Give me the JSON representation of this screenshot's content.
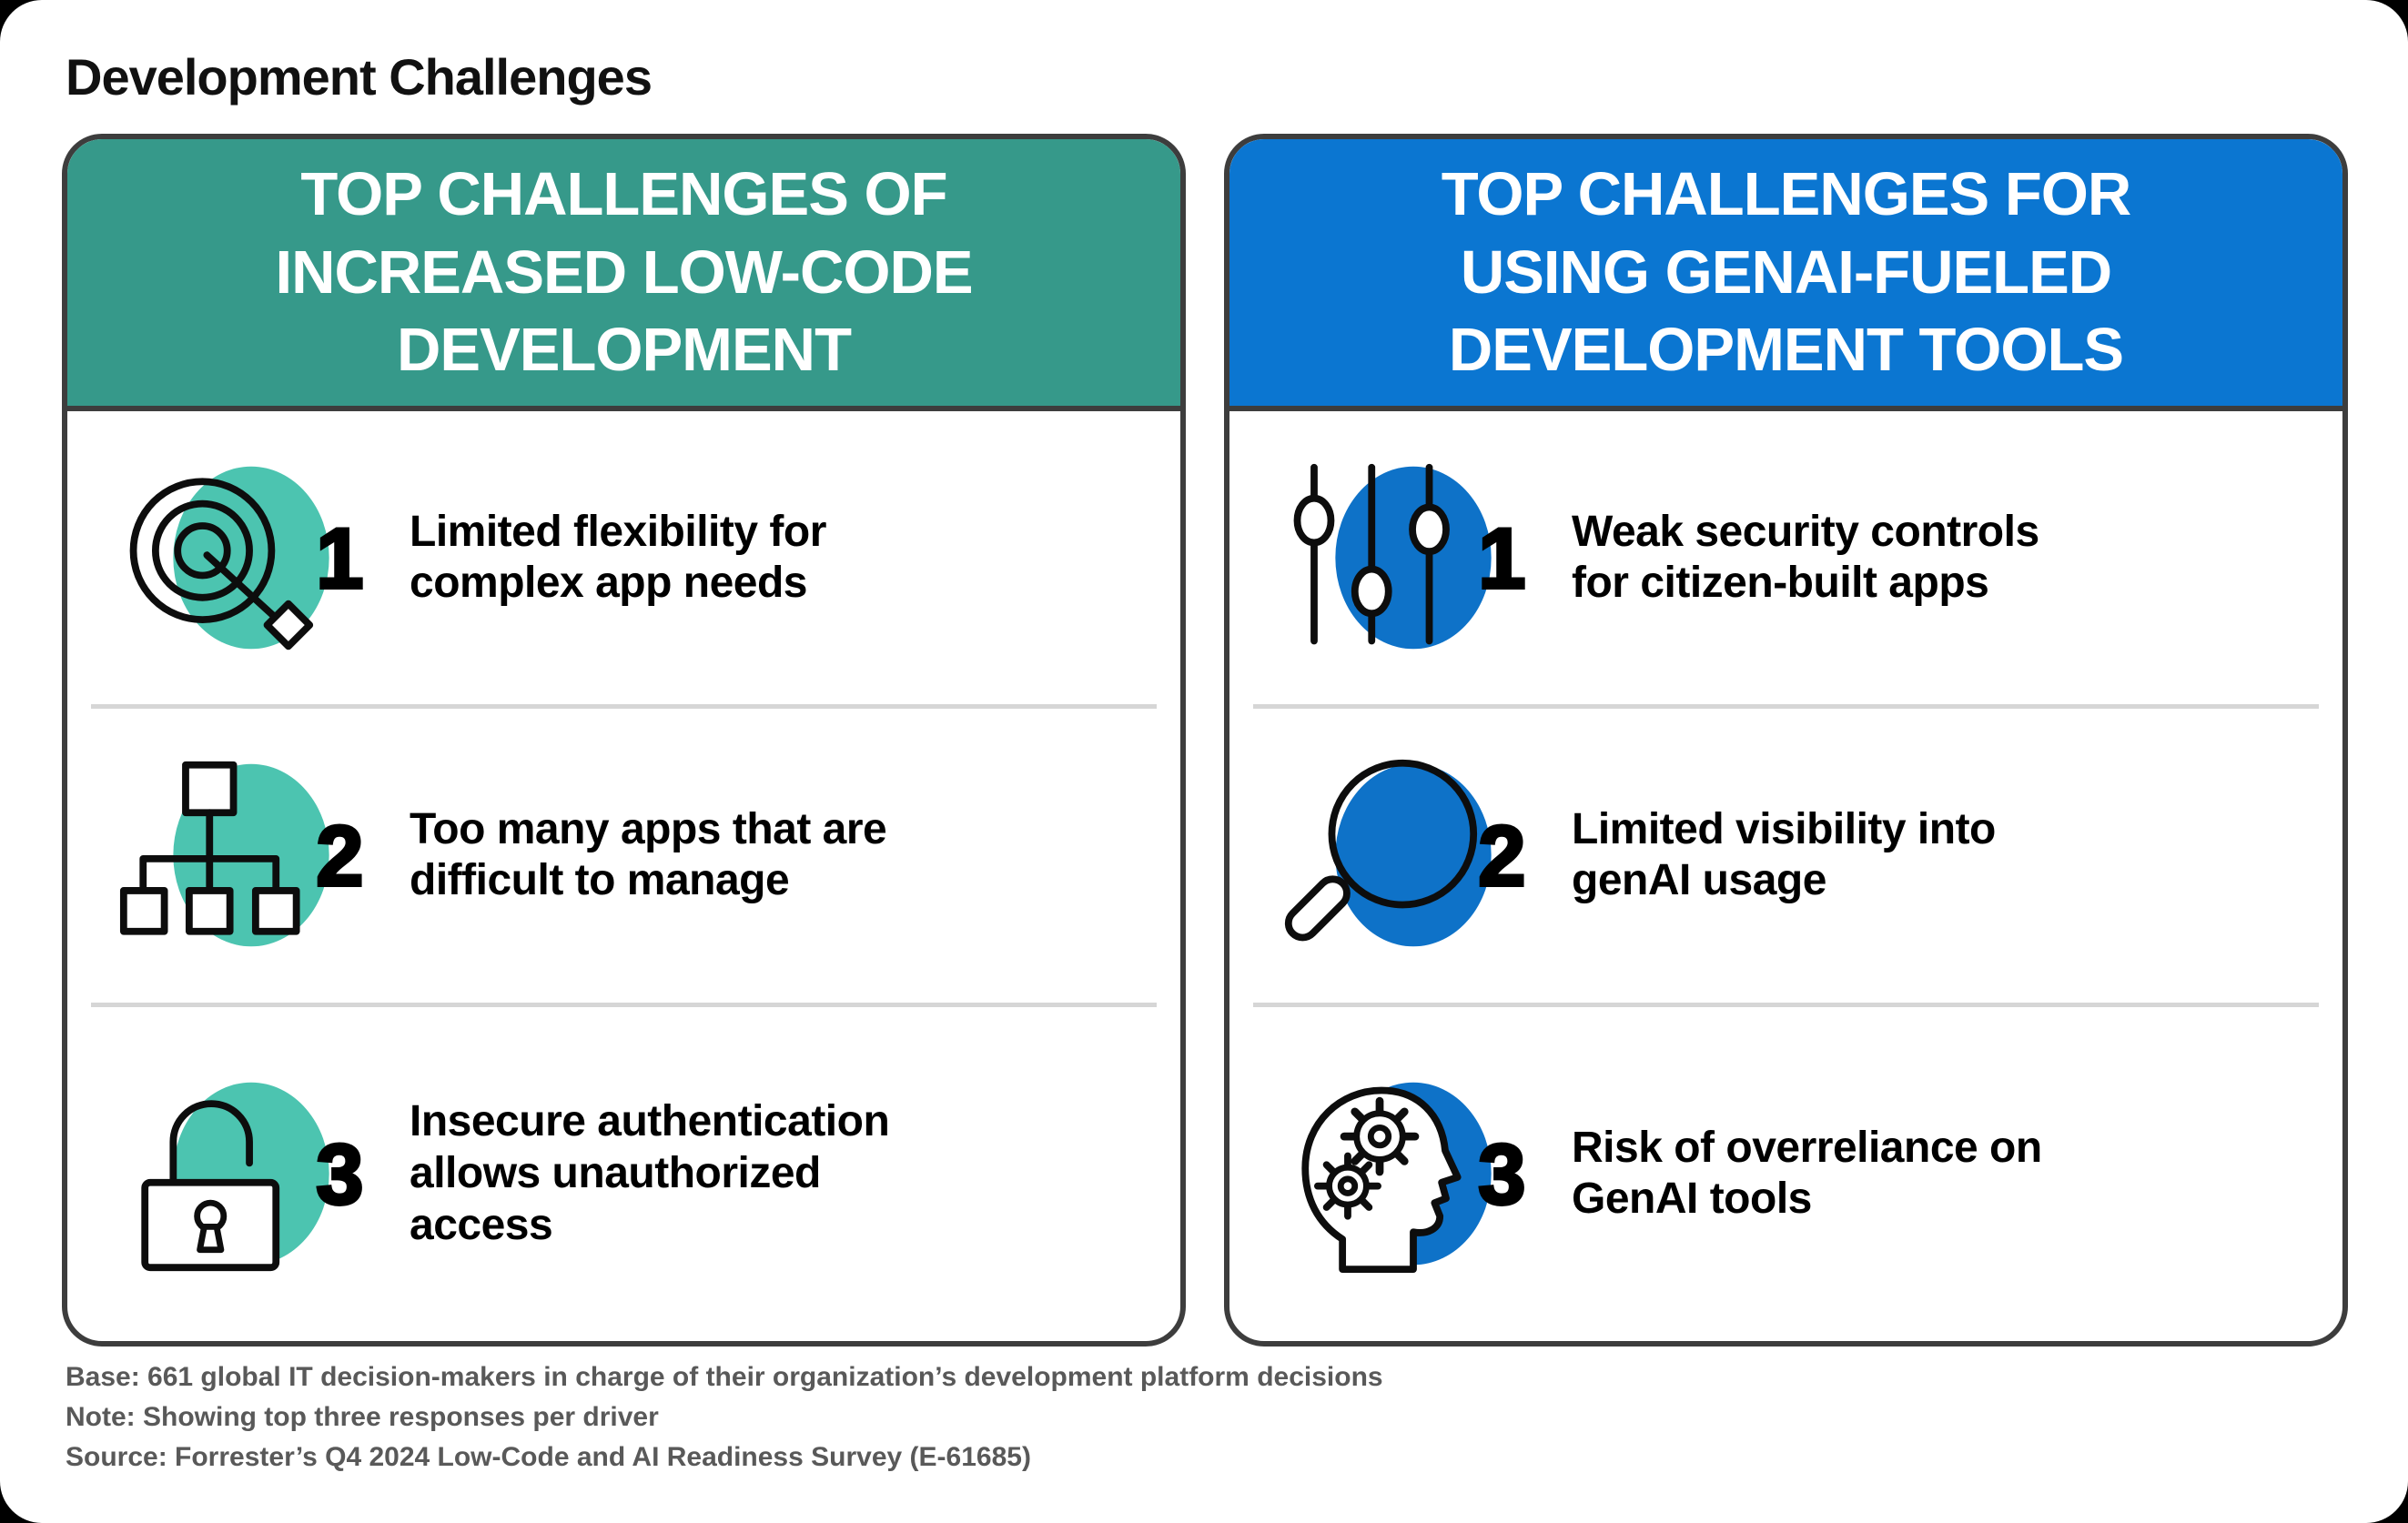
{
  "page": {
    "title": "Development Challenges",
    "footer": {
      "base": "Base: 661 global IT decision-makers in charge of their organization’s development platform decisions",
      "note": "Note: Showing top three responses per driver",
      "source": "Source: Forrester’s Q4 2024 Low-Code and AI Readiness Survey (E-61685)"
    }
  },
  "panels": [
    {
      "title": "TOP CHALLENGES OF INCREASED LOW-CODE DEVELOPMENT",
      "accent_color": "#36998a",
      "circle_color": "#4cc4b0",
      "items": [
        {
          "number": "1",
          "icon": "target-arrow-icon",
          "text": "Limited flexibility for complex app needs"
        },
        {
          "number": "2",
          "icon": "org-chart-icon",
          "text": "Too many apps that are difficult to manage"
        },
        {
          "number": "3",
          "icon": "open-padlock-icon",
          "text": "Insecure authentication allows unauthorized access"
        }
      ]
    },
    {
      "title": "TOP CHALLENGES FOR USING GENAI-FUELED DEVELOPMENT TOOLS",
      "accent_color": "#0b76d1",
      "circle_color": "#0e72c8",
      "items": [
        {
          "number": "1",
          "icon": "sliders-icon",
          "text": "Weak security controls for citizen-built apps"
        },
        {
          "number": "2",
          "icon": "magnifier-icon",
          "text": "Limited visibility into genAI usage"
        },
        {
          "number": "3",
          "icon": "head-gears-icon",
          "text": "Risk of overreliance on GenAI tools"
        }
      ]
    }
  ]
}
